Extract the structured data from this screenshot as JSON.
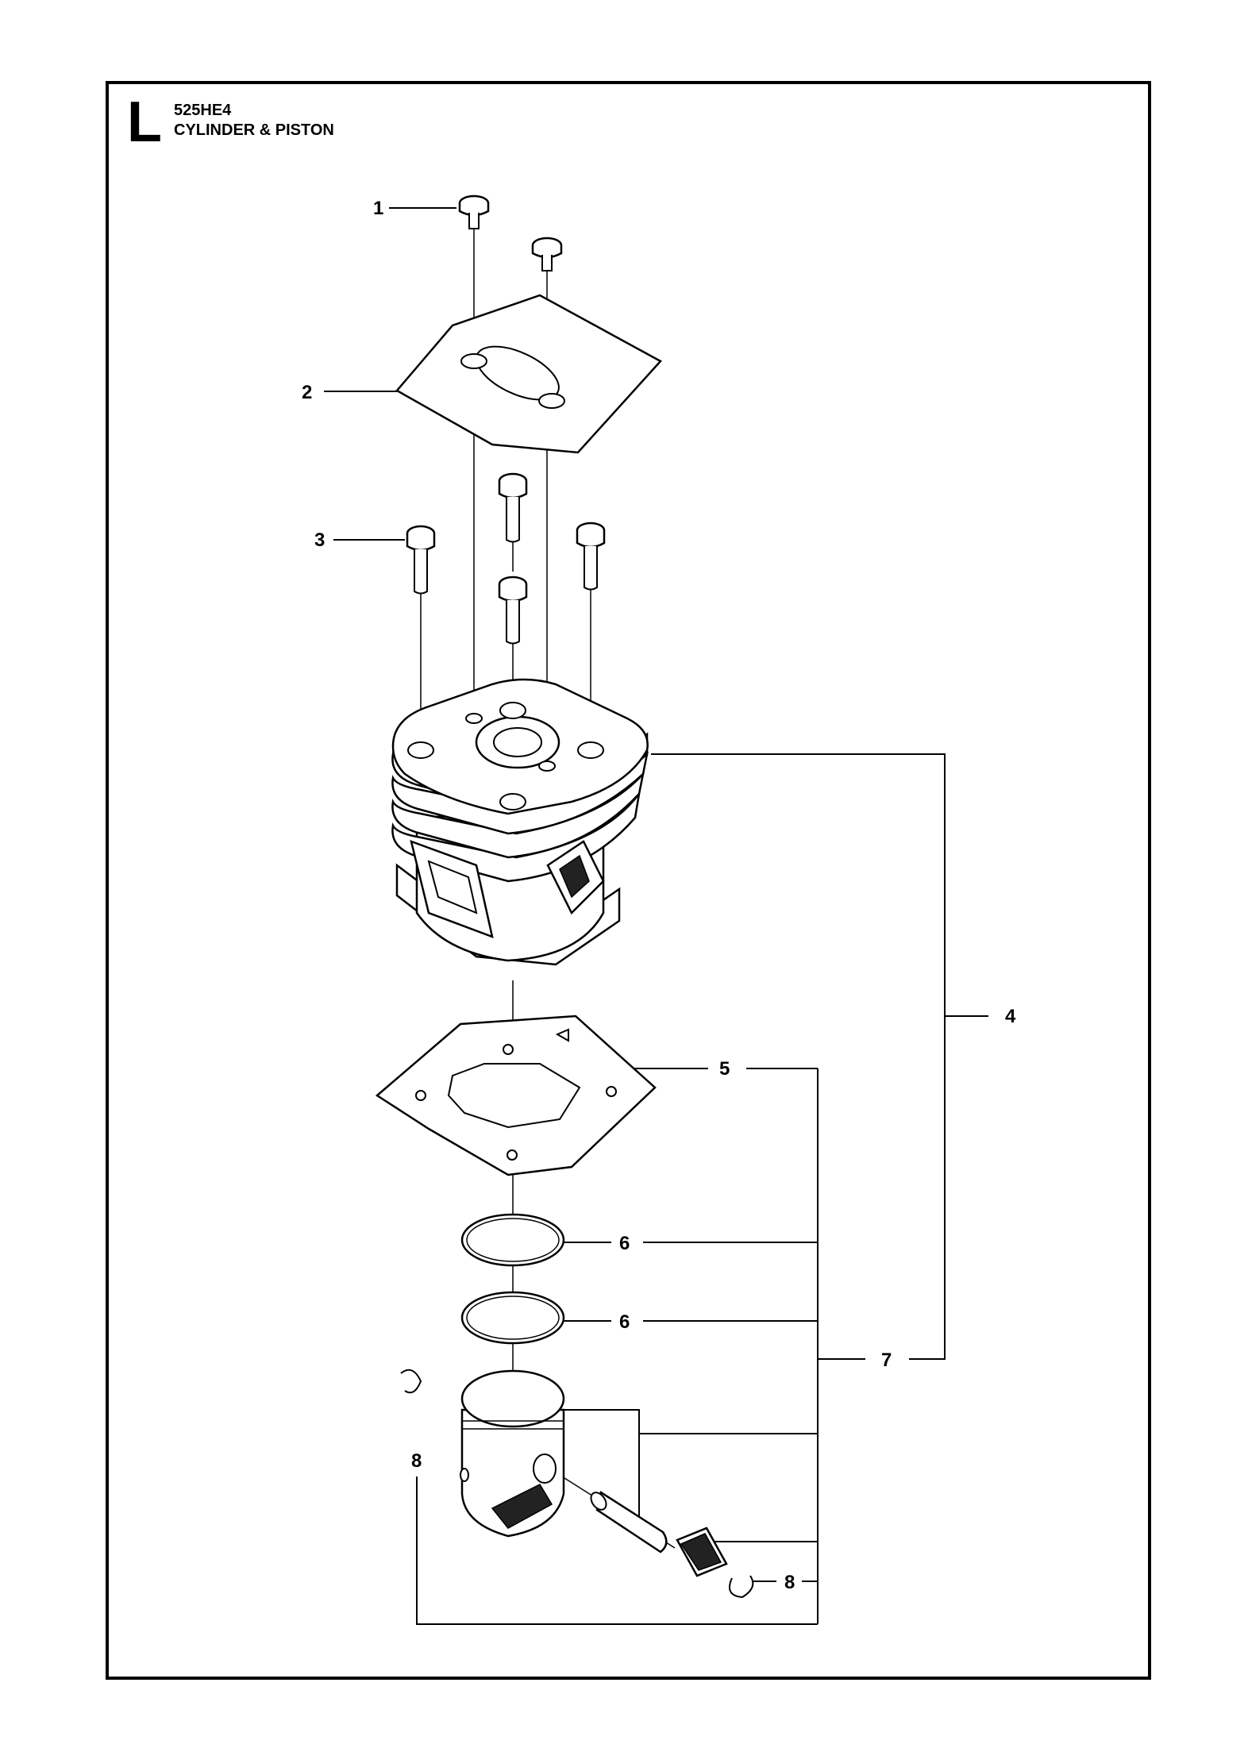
{
  "header": {
    "section_letter": "L",
    "model": "525HE4",
    "title": "CYLINDER & PISTON"
  },
  "callouts": {
    "c1": "1",
    "c2": "2",
    "c3": "3",
    "c4": "4",
    "c5": "5",
    "c6a": "6",
    "c6b": "6",
    "c7": "7",
    "c8a": "8",
    "c8b": "8"
  },
  "colors": {
    "line": "#000000",
    "background": "#ffffff"
  }
}
